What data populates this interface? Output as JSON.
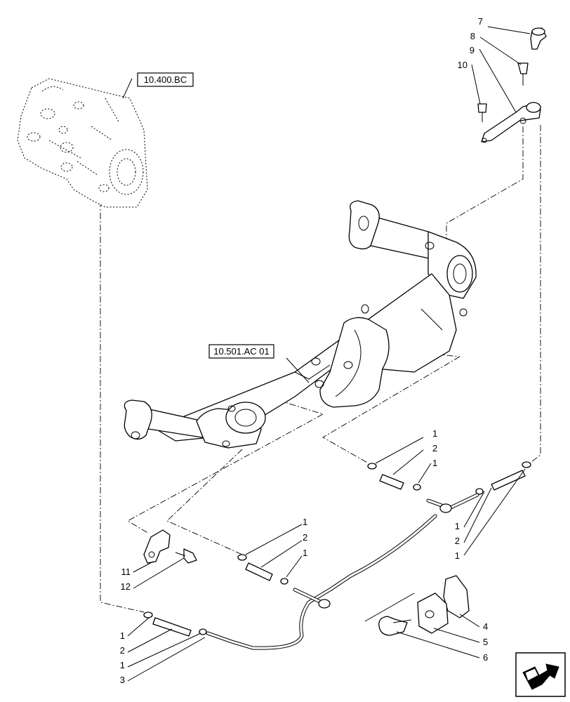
{
  "references": {
    "pump": "10.400.BC",
    "axle": "10.501.AC 01"
  },
  "callouts": {
    "top_right": [
      "7",
      "8",
      "9",
      "10"
    ],
    "center_right": [
      "1",
      "2",
      "1"
    ],
    "far_right": [
      "1",
      "2",
      "1"
    ],
    "center_left": [
      "1",
      "2",
      "1"
    ],
    "bracket": [
      "11",
      "12"
    ],
    "bottom_left": [
      "1",
      "2",
      "1",
      "3"
    ],
    "clamp_kit": [
      "4",
      "5",
      "6"
    ]
  },
  "icons": {
    "navigation": "next-page-arrow-icon"
  }
}
